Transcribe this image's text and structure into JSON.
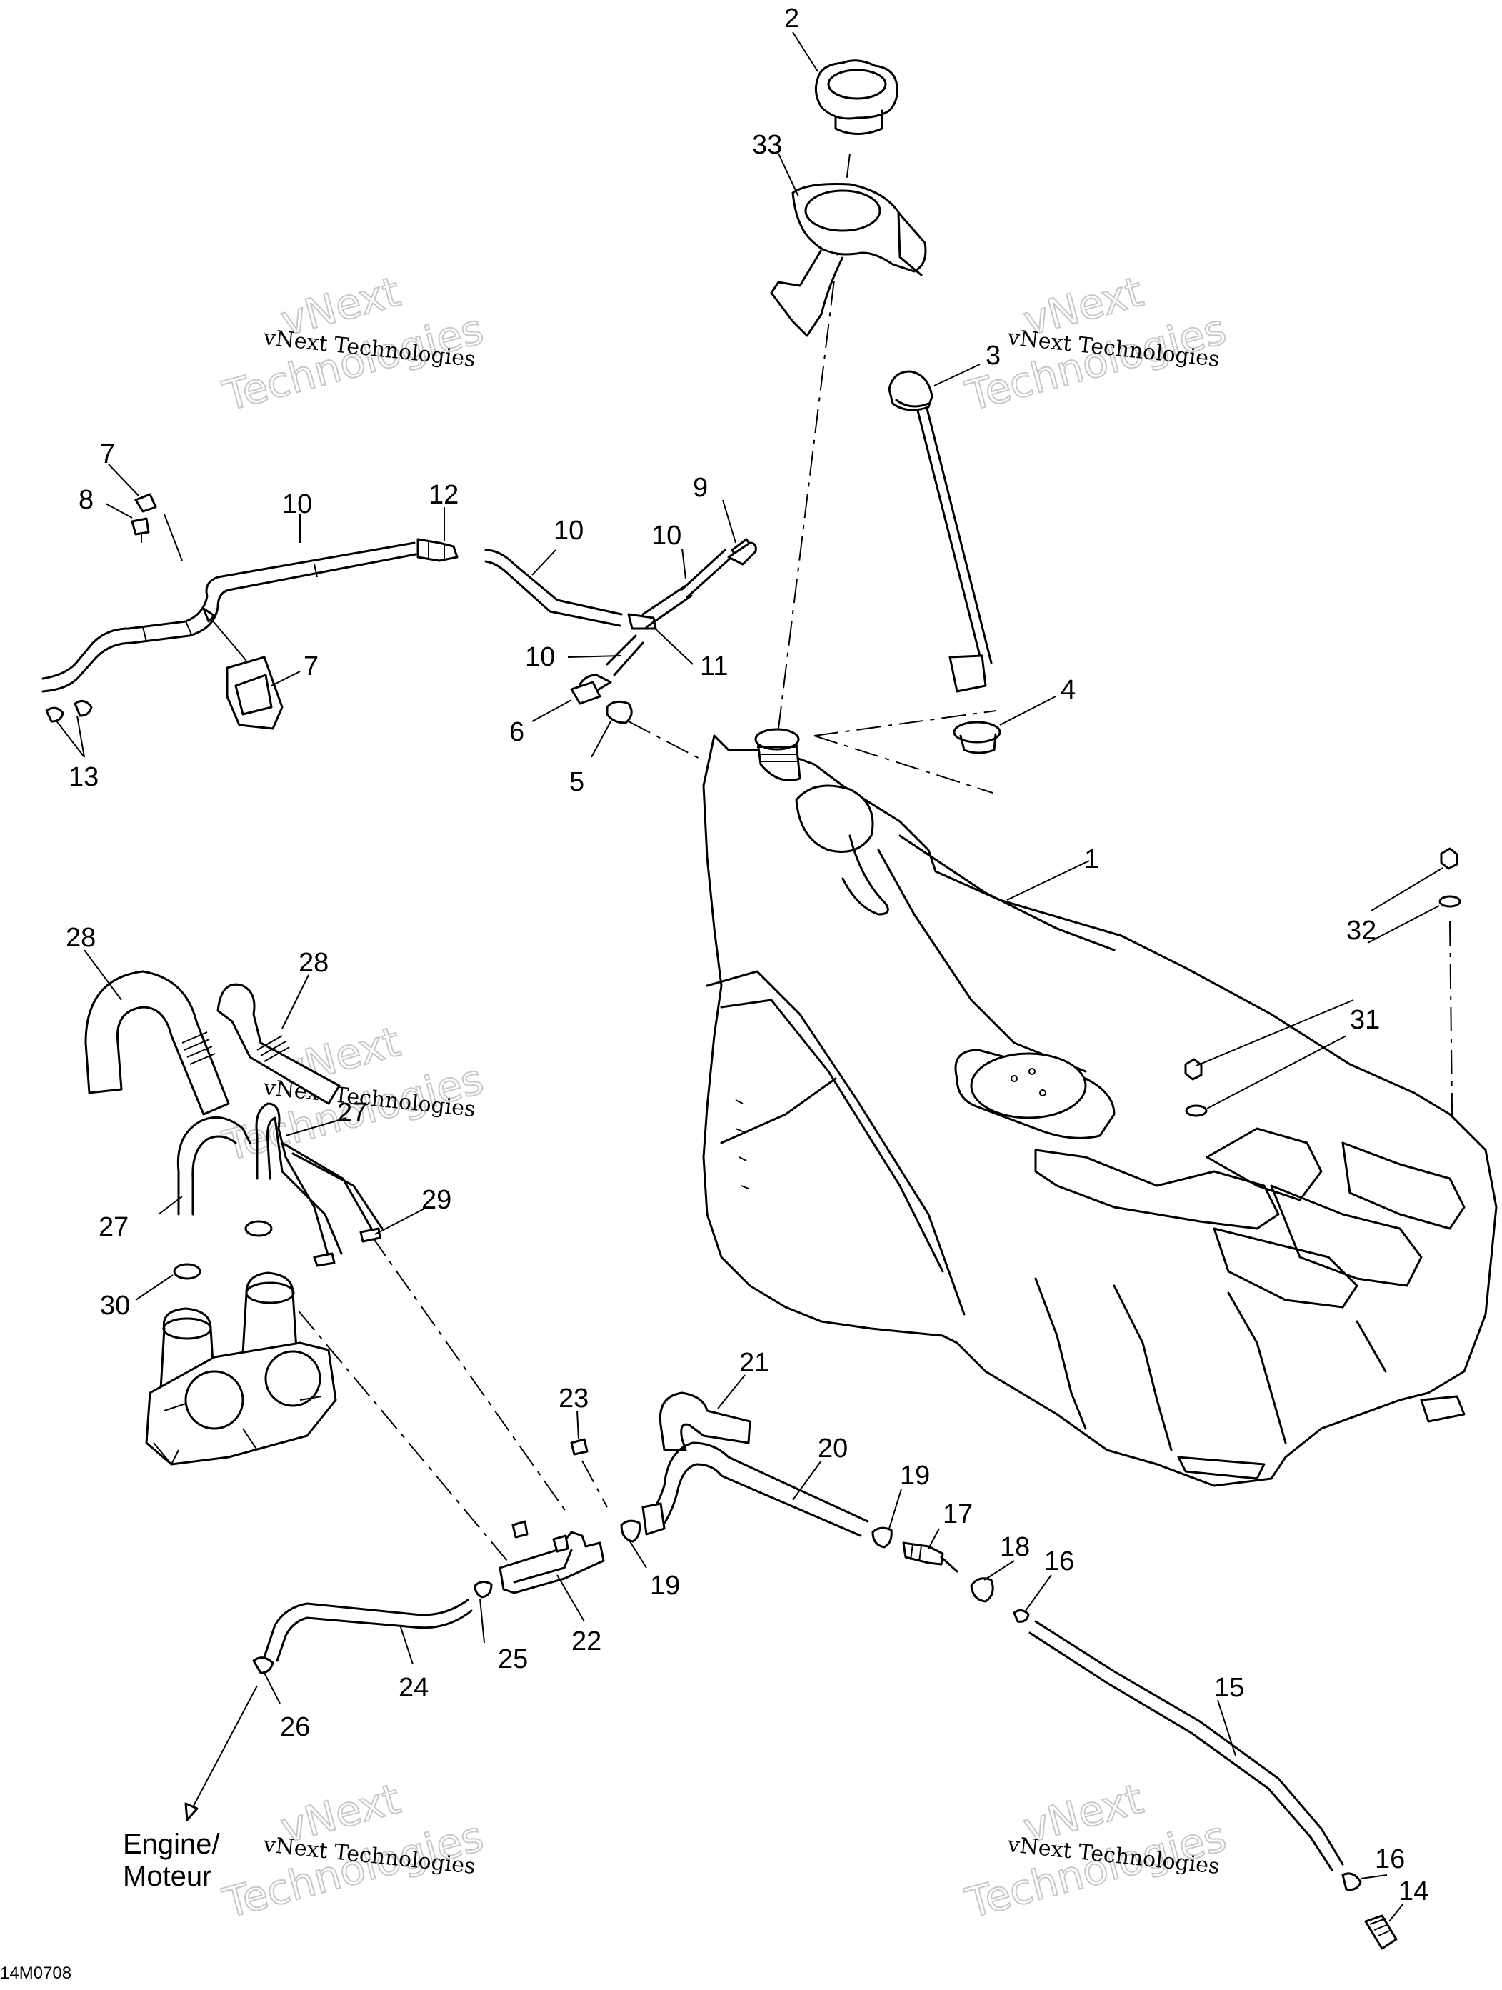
{
  "diagram": {
    "code": "14M0708",
    "engine_label_line1": "Engine/",
    "engine_label_line2": "Moteur",
    "watermark": {
      "small": "vNext Technologies",
      "big_line1": "vNext",
      "big_line2": "Technologies"
    },
    "callouts": {
      "c1": "1",
      "c2": "2",
      "c3": "3",
      "c4": "4",
      "c5": "5",
      "c6": "6",
      "c7a": "7",
      "c7b": "7",
      "c8": "8",
      "c9": "9",
      "c10a": "10",
      "c10b": "10",
      "c10c": "10",
      "c10d": "10",
      "c11": "11",
      "c12": "12",
      "c13": "13",
      "c14": "14",
      "c15": "15",
      "c16a": "16",
      "c16b": "16",
      "c17": "17",
      "c18": "18",
      "c19a": "19",
      "c19b": "19",
      "c20": "20",
      "c21": "21",
      "c22": "22",
      "c23": "23",
      "c24": "24",
      "c25": "25",
      "c26": "26",
      "c27a": "27",
      "c27b": "27",
      "c28a": "28",
      "c28b": "28",
      "c29": "29",
      "c30": "30",
      "c31": "31",
      "c32": "32",
      "c33": "33"
    }
  }
}
